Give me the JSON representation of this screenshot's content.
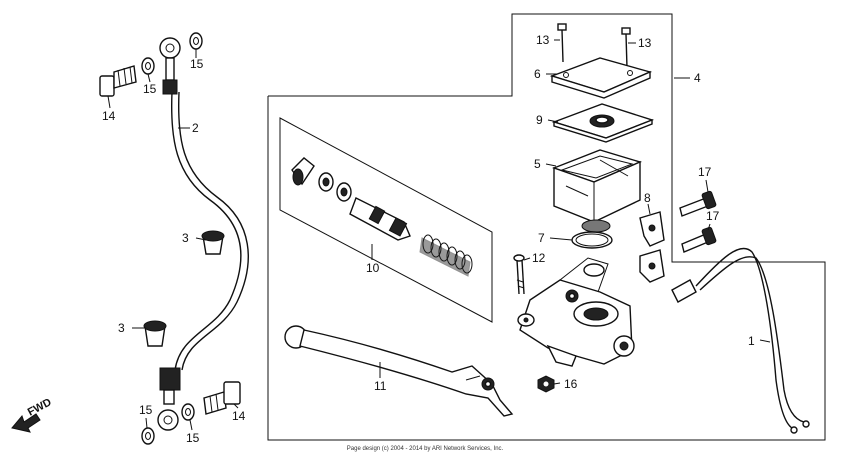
{
  "diagram": {
    "callouts": [
      "1",
      "2",
      "3",
      "3",
      "4",
      "5",
      "6",
      "7",
      "8",
      "9",
      "10",
      "11",
      "12",
      "13",
      "13",
      "14",
      "14",
      "15",
      "15",
      "15",
      "15",
      "16",
      "17",
      "17"
    ],
    "direction_label": "FWD",
    "footer": "Page design (c) 2004 - 2014 by ARI Network Services, Inc."
  }
}
